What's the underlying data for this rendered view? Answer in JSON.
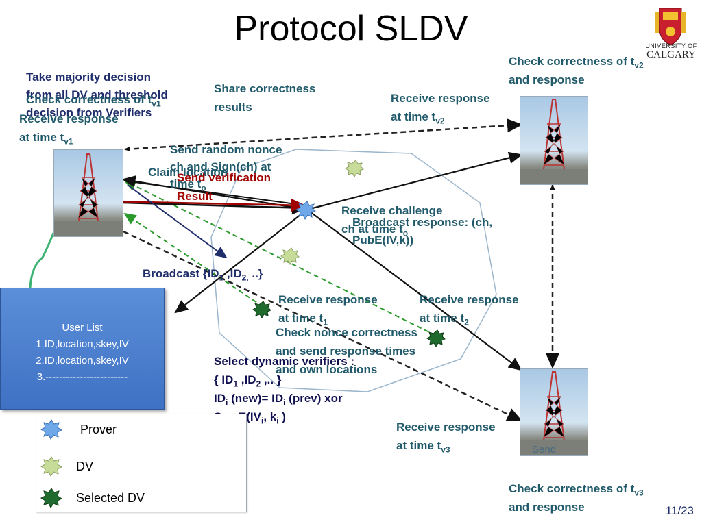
{
  "title": "Protocol SLDV",
  "logo": {
    "line1": "UNIVERSITY OF",
    "line2": "CALGARY"
  },
  "labels": {
    "majority": [
      "Take majority decision",
      "from all DV and threshold",
      "decision from Verifiers"
    ],
    "check_v1": "Check correctness of t",
    "check_v1_sub": "v1",
    "recv_v1_a": "Receive response",
    "recv_v1_b": "at time t",
    "recv_v1_sub": "v1",
    "share": [
      "Share correctness",
      "results"
    ],
    "recv_v2_a": "Receive response",
    "recv_v2_b": "at time t",
    "recv_v2_sub": "v2",
    "check_v2_a": "Check correctness of t",
    "check_v2_sub": "v2",
    "check_v2_b": "and response",
    "send_nonce": [
      "Send random nonce",
      "ch and Sign(ch) at",
      "time t"
    ],
    "send_nonce_sub": "o",
    "claim": "Claim location",
    "send_verif": [
      "Send verification",
      "Result"
    ],
    "recv_challenge_a": "Receive challenge",
    "recv_challenge_b": "ch at time t",
    "recv_challenge_sub": "o",
    "broadcast_resp": [
      "Broadcast response: (ch,",
      "PubE(IV,k))"
    ],
    "broadcast_ids_a": "Broadcast {ID",
    "broadcast_ids_sub1": "1",
    "broadcast_ids_b": " ,ID",
    "broadcast_ids_sub2": "2,",
    "broadcast_ids_c": " ..}",
    "recv_t1_a": "Receive response",
    "recv_t1_b": "at time t",
    "recv_t1_sub": "1",
    "recv_t2_a": "Receive response",
    "recv_t2_b": "at time t",
    "recv_t2_sub": "2",
    "check_nonce": [
      "Check nonce correctness",
      "and send response times",
      "and own locations"
    ],
    "select_a": "Select dynamic  verifiers :",
    "select_b1": " { ID",
    "select_b_sub1": "1",
    "select_b2": " ,ID",
    "select_b_sub2": "2",
    "select_b3": " ,.. }",
    "select_c1": "ID",
    "select_c_sub1": "i",
    "select_c2": " (new)= ID",
    "select_c_sub2": "i",
    "select_c3": " (prev) xor",
    "select_d1": "SymE(IV",
    "select_d_sub1": "i",
    "select_d2": ", k",
    "select_d_sub2": "i",
    "select_d3": " )",
    "recv_v3_a": "Receive response",
    "recv_v3_b": "at time t",
    "recv_v3_sub": "v3",
    "send_small": "Send",
    "check_v3_a": "Check correctness of t",
    "check_v3_sub": "v3",
    "check_v3_b": " and response"
  },
  "user_list": {
    "title": "User List",
    "items": [
      "1.ID,location,skey,IV",
      "2.ID,location,skey,IV",
      "3.------------------------"
    ]
  },
  "legend": {
    "prover": "Prover",
    "dv": "DV",
    "selected_dv": "Selected DV"
  },
  "colors": {
    "prover": "#6fa8e8",
    "dv": "#c8dc9a",
    "selected_dv": "#1f6b2e",
    "label_teal": "#215a6b",
    "label_navy": "#1f2d6b",
    "dashed_green": "#2a9a2a",
    "dark_red": "#a00000"
  },
  "page_number": "11/23"
}
